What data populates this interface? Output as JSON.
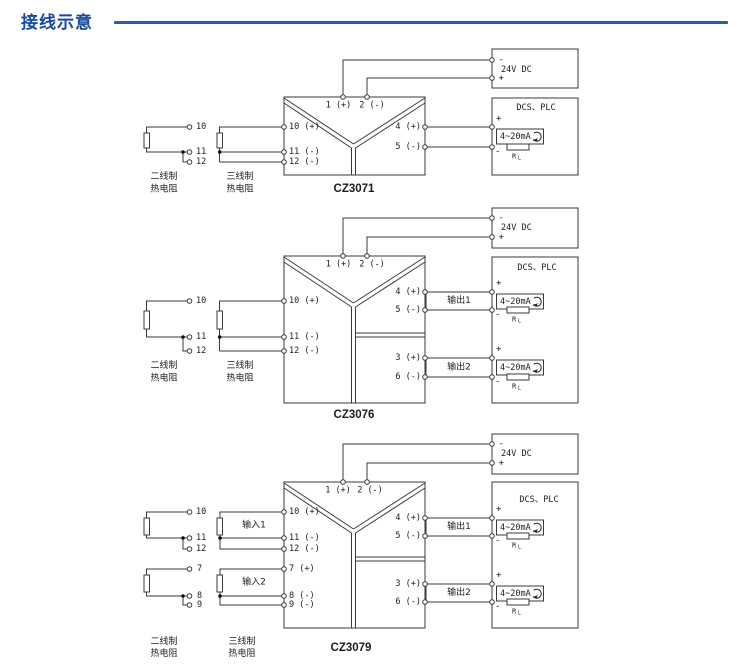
{
  "title": "接线示意",
  "colors": {
    "accent": "#16489e",
    "rule": "#2a5caa",
    "line": "#3a3a3a"
  },
  "d1": {
    "model": "CZ3071",
    "t1": "1 (+)",
    "t2": "2 (-)",
    "l10": "10 (+)",
    "l11": "11 (-)",
    "l12": "12 (-)",
    "r4": "4 (+)",
    "r5": "5 (-)",
    "rtd2": {
      "a": "10",
      "b": "11",
      "c": "12",
      "l1": "二线制",
      "l2": "热电阻"
    },
    "rtd3": {
      "l1": "三线制",
      "l2": "热电阻"
    },
    "power": {
      "neg": "-",
      "pos": "+",
      "label": "24V DC"
    },
    "dcs": "DCS、PLC",
    "load1": {
      "plus": "+",
      "minus": "-",
      "range": "4~20mA",
      "r": "R",
      "l": "L"
    }
  },
  "d2": {
    "model": "CZ3076",
    "t1": "1 (+)",
    "t2": "2 (-)",
    "l10": "10 (+)",
    "l11": "11 (-)",
    "l12": "12 (-)",
    "r4": "4 (+)",
    "r5": "5 (-)",
    "r3": "3 (+)",
    "r6": "6 (-)",
    "out1": "输出1",
    "out2": "输出2",
    "rtd2": {
      "a": "10",
      "b": "11",
      "c": "12",
      "l1": "二线制",
      "l2": "热电阻"
    },
    "rtd3": {
      "l1": "三线制",
      "l2": "热电阻"
    },
    "power": {
      "neg": "-",
      "pos": "+",
      "label": "24V DC"
    },
    "dcs": "DCS、PLC",
    "load1": {
      "plus": "+",
      "minus": "-",
      "range": "4~20mA",
      "r": "R",
      "l": "L"
    },
    "load2": {
      "plus": "+",
      "minus": "-",
      "range": "4~20mA",
      "r": "R",
      "l": "L"
    }
  },
  "d3": {
    "model": "CZ3079",
    "t1": "1 (+)",
    "t2": "2 (-)",
    "l10": "10 (+)",
    "l11": "11 (-)",
    "l12": "12 (-)",
    "l7": "7 (+)",
    "l8": "8 (-)",
    "l9": "9 (-)",
    "r4": "4 (+)",
    "r5": "5 (-)",
    "r3": "3 (+)",
    "r6": "6 (-)",
    "out1": "输出1",
    "out2": "输出2",
    "in1": "输入1",
    "in2": "输入2",
    "rtd2a": {
      "a": "10",
      "b": "11",
      "c": "12"
    },
    "rtd2b": {
      "a": "7",
      "b": "8",
      "c": "9"
    },
    "rtd2_l1": "二线制",
    "rtd2_l2": "热电阻",
    "rtd3_l1": "三线制",
    "rtd3_l2": "热电阻",
    "power": {
      "neg": "-",
      "pos": "+",
      "label": "24V DC"
    },
    "dcs": "DCS、PLC",
    "load1": {
      "plus": "+",
      "minus": "-",
      "range": "4~20mA",
      "r": "R",
      "l": "L"
    },
    "load2": {
      "plus": "+",
      "minus": "-",
      "range": "4~20mA",
      "r": "R",
      "l": "L"
    }
  }
}
